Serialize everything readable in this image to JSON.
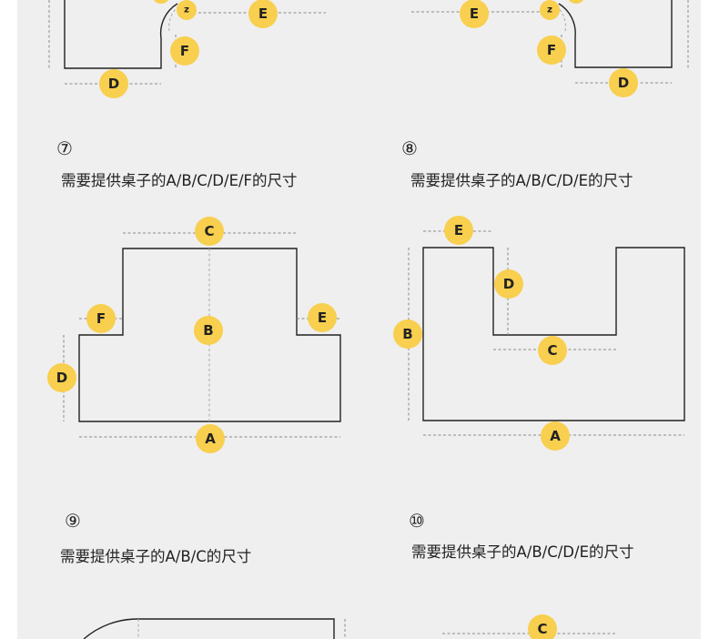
{
  "sections": [
    {
      "id": "7",
      "symbol": "⑦",
      "caption": "需要提供桌子的A/B/C/D/E/F的尺寸"
    },
    {
      "id": "8",
      "symbol": "⑧",
      "caption": "需要提供桌子的A/B/C/D/E的尺寸"
    },
    {
      "id": "9",
      "symbol": "⑨",
      "caption": "需要提供桌子的A/B/C的尺寸"
    },
    {
      "id": "10",
      "symbol": "⑩",
      "caption": "需要提供桌子的A/B/C/D/E的尺寸"
    }
  ],
  "labels": {
    "a": "A",
    "b": "B",
    "c": "C",
    "d": "D",
    "e": "E",
    "f": "F",
    "z": "z"
  },
  "colors": {
    "badge": "#f8cf4e",
    "panel": "#efefef",
    "line": "#222222"
  }
}
